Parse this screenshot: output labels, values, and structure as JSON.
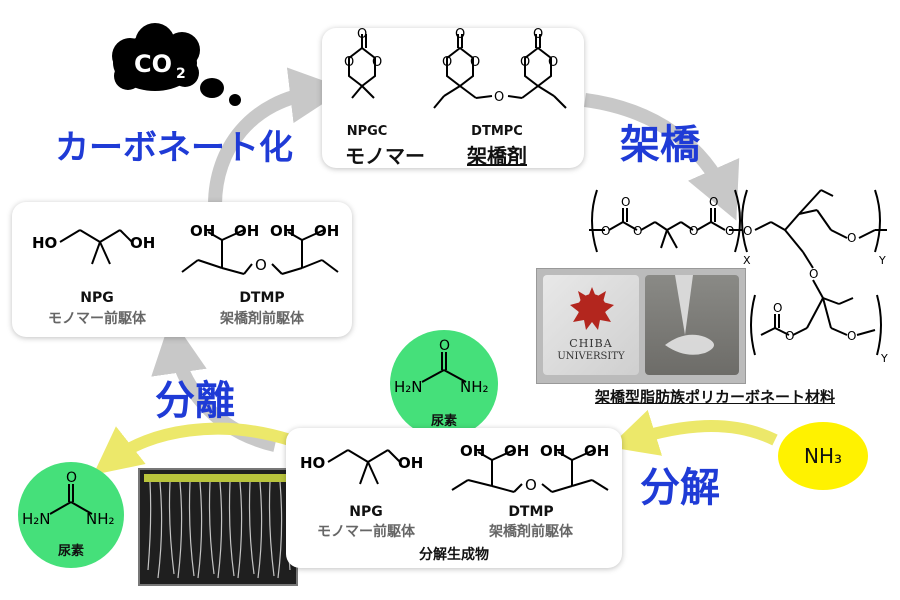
{
  "co2_cloud": {
    "label": "CO",
    "sub": "2"
  },
  "steps": {
    "carbonation": "カーボネート化",
    "crosslink": "架橋",
    "separation": "分離",
    "decomposition": "分解"
  },
  "top_panel": {
    "npgc": "NPGC",
    "dtmpc": "DTMPC",
    "monomer": "モノマー",
    "crosslinker": "架橋剤"
  },
  "left_panel": {
    "npg": "NPG",
    "npg_sub": "モノマー前駆体",
    "dtmp": "DTMP",
    "dtmp_sub": "架橋剤前駆体"
  },
  "bottom_panel": {
    "npg": "NPG",
    "npg_sub": "モノマー前駆体",
    "dtmp": "DTMP",
    "dtmp_sub": "架橋剤前駆体",
    "caption": "分解生成物"
  },
  "polymer": {
    "caption": "架橋型脂肪族ポリカーボネート材料",
    "x_sub": "X",
    "y_sub1": "Y",
    "y_sub2": "Y"
  },
  "photo": {
    "line1": "CHIBA",
    "line2": "UNIVERSITY"
  },
  "urea_circles": [
    {
      "caption": "尿素",
      "h2n": "H₂N",
      "nh2": "NH₂",
      "o": "O"
    },
    {
      "caption": "尿素",
      "h2n": "H₂N",
      "nh2": "NH₂",
      "o": "O"
    }
  ],
  "nh3_circle": {
    "label": "NH₃"
  },
  "colors": {
    "blue_text": "#1f3bd6",
    "green_circle": "#45e07a",
    "yellow_circle": "#fff200",
    "grey_arrow": "#c8c8c8",
    "yellow_arrow": "#ece86a"
  }
}
